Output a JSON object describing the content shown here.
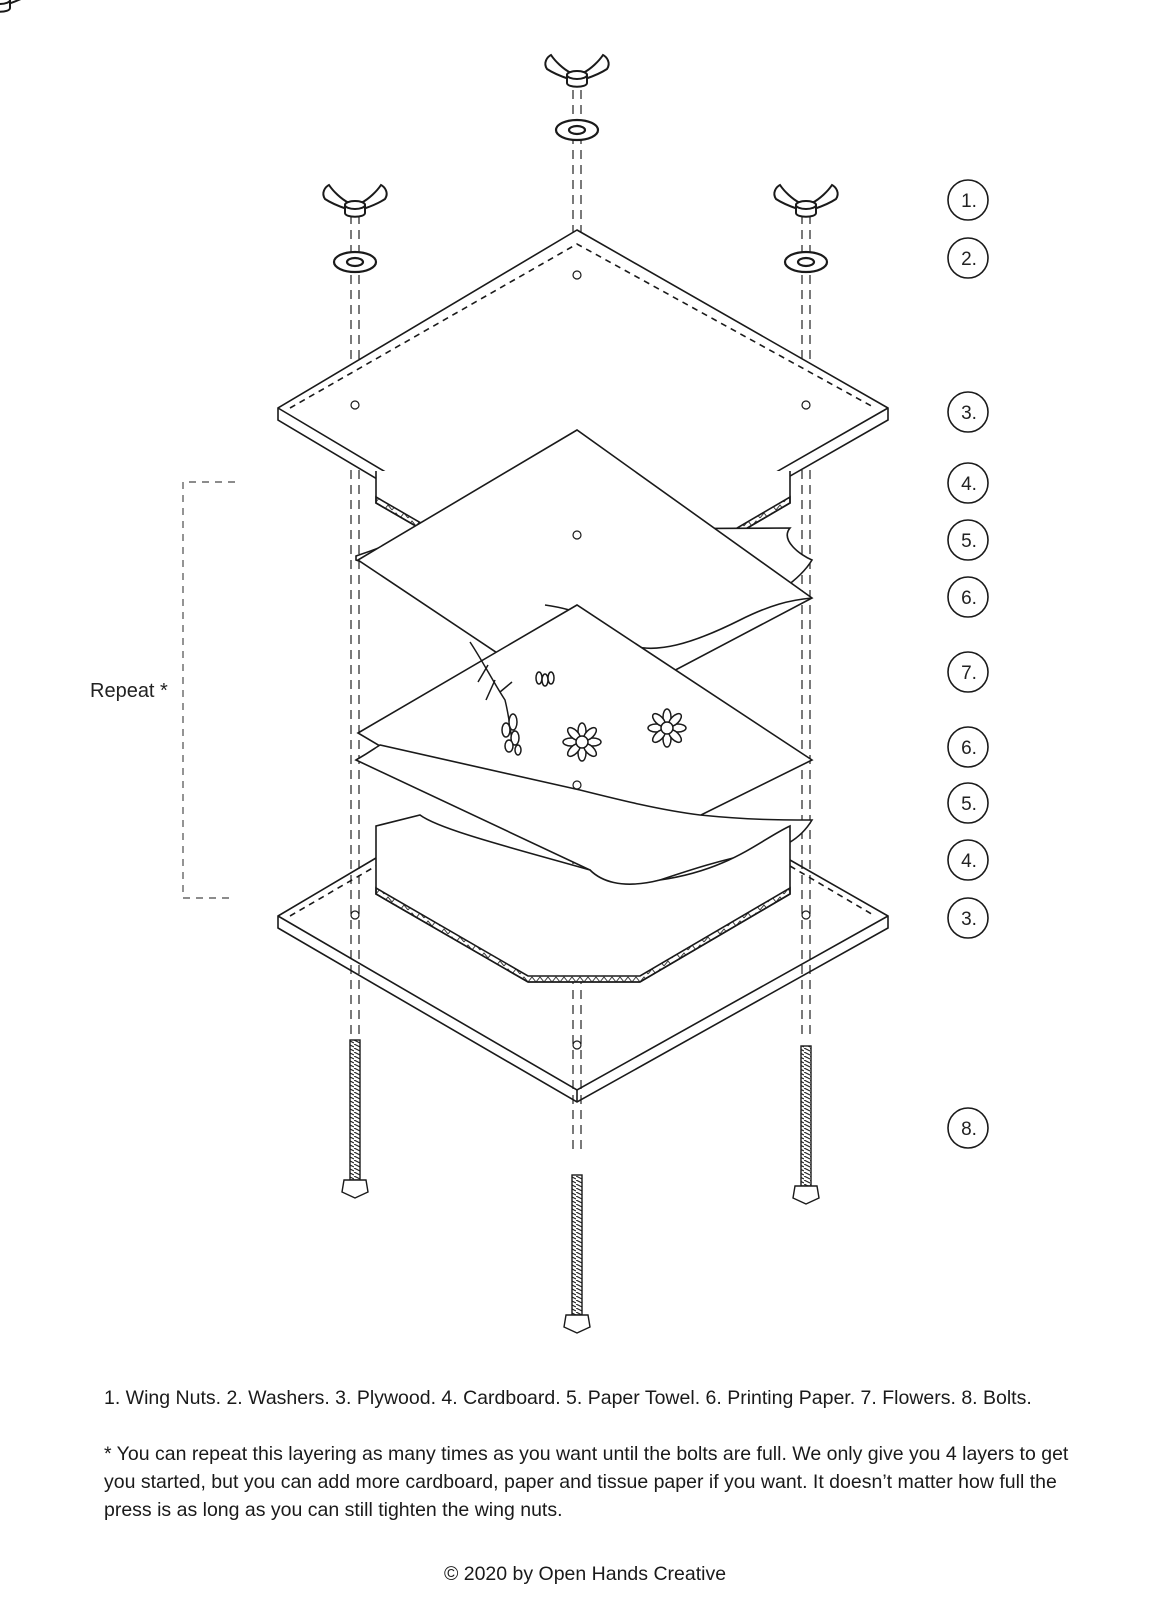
{
  "diagram": {
    "repeat_label": "Repeat *",
    "callouts": [
      {
        "part": 1,
        "label": "1."
      },
      {
        "part": 2,
        "label": "2."
      },
      {
        "part": 3,
        "label": "3."
      },
      {
        "part": 4,
        "label": "4."
      },
      {
        "part": 5,
        "label": "5."
      },
      {
        "part": 6,
        "label": "6."
      },
      {
        "part": 7,
        "label": "7."
      },
      {
        "part": 6,
        "label": "6."
      },
      {
        "part": 5,
        "label": "5."
      },
      {
        "part": 4,
        "label": "4."
      },
      {
        "part": 3,
        "label": "3."
      },
      {
        "part": 8,
        "label": "8."
      }
    ]
  },
  "legend": "1. Wing Nuts. 2. Washers. 3. Plywood. 4. Cardboard. 5. Paper Towel. 6. Printing Paper. 7. Flowers. 8. Bolts.",
  "note": "* You can repeat this layering as many times as you want until the bolts are full. We only give you 4 layers to get you started, but you can add more cardboard, paper and tissue paper if you want. It doesn’t matter how full the press is as long as you can still tighten the wing nuts.",
  "copyright": "© 2020 by Open Hands Creative"
}
